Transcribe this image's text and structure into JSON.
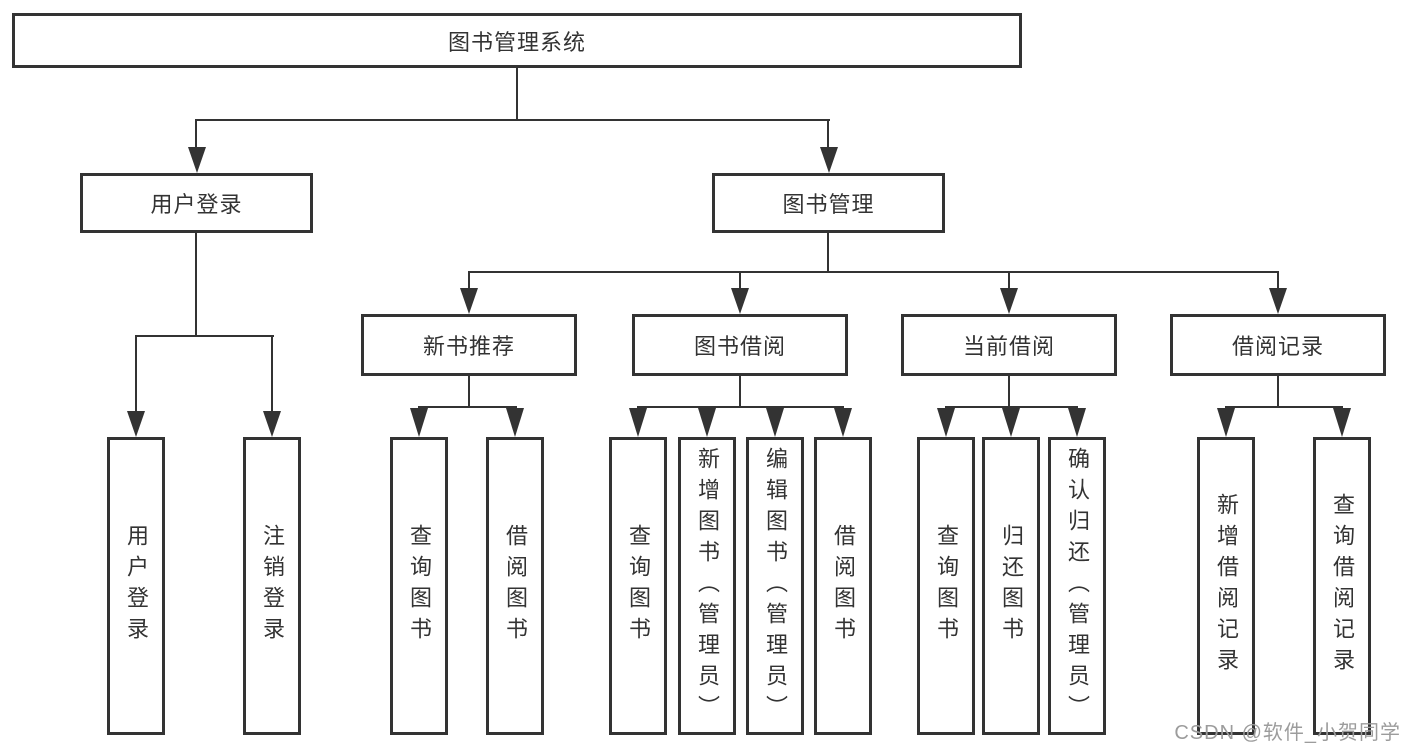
{
  "colors": {
    "line": "#333333",
    "text": "#333333",
    "background": "#ffffff",
    "watermark": "#9c9c9c"
  },
  "tree": {
    "root": {
      "label": "图书管理系统",
      "children": [
        {
          "label": "用户登录",
          "children": [
            {
              "label": "用户登录"
            },
            {
              "label": "注销登录"
            }
          ]
        },
        {
          "label": "图书管理",
          "children": [
            {
              "label": "新书推荐",
              "children": [
                {
                  "label": "查询图书"
                },
                {
                  "label": "借阅图书"
                }
              ]
            },
            {
              "label": "图书借阅",
              "children": [
                {
                  "label": "查询图书"
                },
                {
                  "label": "新增图书（管理员）"
                },
                {
                  "label": "编辑图书（管理员）"
                },
                {
                  "label": "借阅图书"
                }
              ]
            },
            {
              "label": "当前借阅",
              "children": [
                {
                  "label": "查询图书"
                },
                {
                  "label": "归还图书"
                },
                {
                  "label": "确认归还（管理员）"
                }
              ]
            },
            {
              "label": "借阅记录",
              "children": [
                {
                  "label": "新增借阅记录"
                },
                {
                  "label": "查询借阅记录"
                }
              ]
            }
          ]
        }
      ]
    }
  },
  "watermark": {
    "text": "CSDN @软件_小贺同学"
  }
}
